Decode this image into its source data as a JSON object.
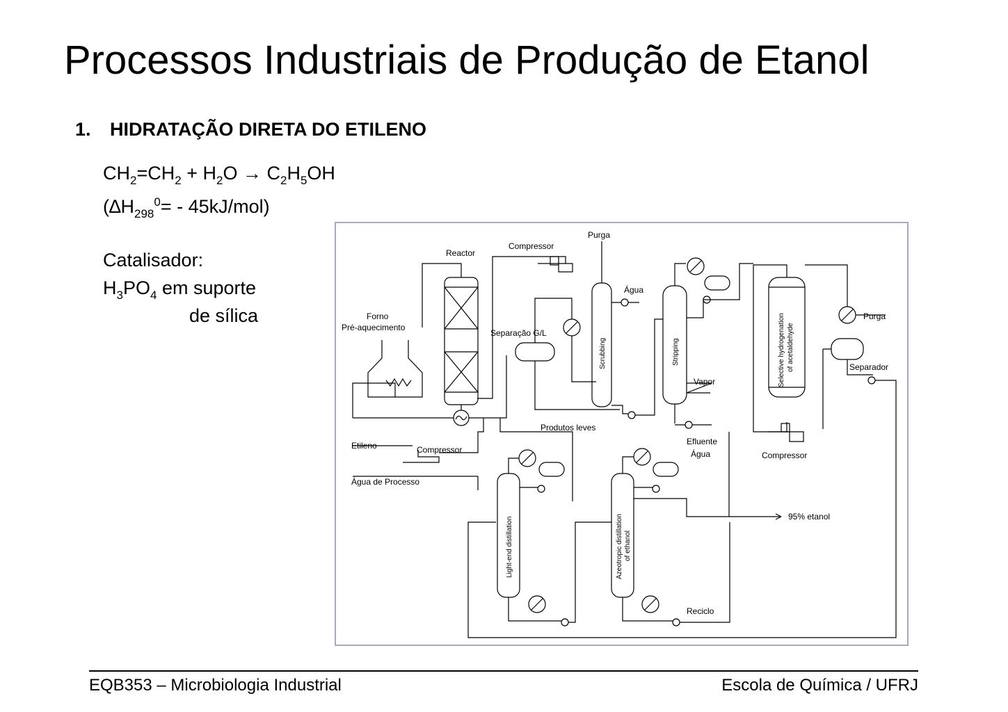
{
  "title": "Processos Industriais de Produção de Etanol",
  "section": {
    "number": "1.",
    "heading": "HIDRATAÇÃO DIRETA DO ETILENO"
  },
  "reaction": {
    "p1": "CH",
    "s1": "2",
    "p2": "=CH",
    "s2": "2",
    "p3": " + H",
    "s3": "2",
    "p4": "O → C",
    "s4": "2",
    "p5": "H",
    "s5": "5",
    "p6": "OH"
  },
  "enthalpy": {
    "p1": "(∆H",
    "sub": "298",
    "sup": "0",
    "p2": "= - 45kJ/mol)"
  },
  "catalyst": {
    "label": "Catalisador:",
    "p1": "H",
    "s1": "3",
    "p2": "PO",
    "s2": "4",
    "p3": " em suporte",
    "line3": "de sílica"
  },
  "diagram": {
    "reactor": "Reactor",
    "compressor_top": "Compressor",
    "purge_top": "Purga",
    "water": "Água",
    "furnace_1": "Forno",
    "furnace_2": "Pré-aquecimento",
    "separation": "Separação G/L",
    "scrubbing": "Scrubbing",
    "stripping": "Stripping",
    "hydrogenation_1": "Selective hydrogenation",
    "hydrogenation_2": "of acetaldehyde",
    "purge_right": "Purga",
    "separator": "Separador",
    "vapor": "Vapor",
    "light_products": "Produtos leves",
    "ethylene": "Etileno",
    "compressor_mid": "Compressor",
    "process_water": "Água de Processo",
    "effluent_1": "Efluente",
    "effluent_2": "Água",
    "compressor_right": "Compressor",
    "light_end": "Light-end distillation",
    "azeotropic_1": "Azeotropic distillation",
    "azeotropic_2": "of ethanol",
    "ethanol_95": "95% etanol",
    "recycle": "Reciclo"
  },
  "footer": {
    "left": "EQB353 – Microbiologia Industrial",
    "right": "Escola de Química / UFRJ"
  }
}
